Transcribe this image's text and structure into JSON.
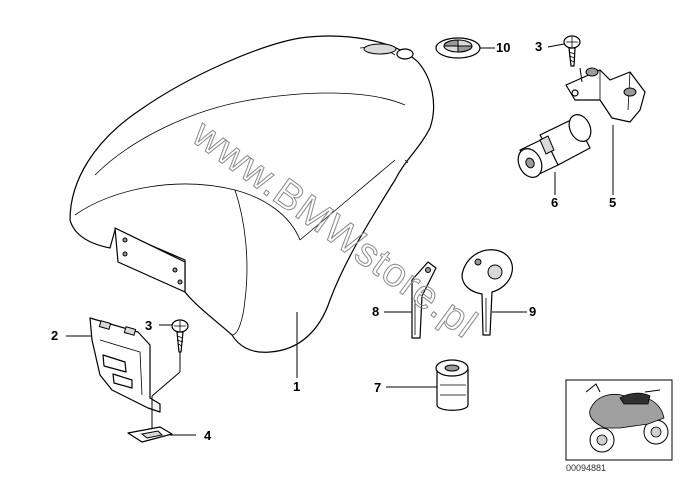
{
  "callouts": {
    "seat": "1",
    "bracket": "2",
    "screw_top": "3",
    "screw_bottom": "3",
    "clip": "4",
    "holder": "5",
    "lock_cylinder": "6",
    "lock_insert": "7",
    "key_blank": "8",
    "key_with_head": "9",
    "cap": "10"
  },
  "watermark": "www.BMWstore.pl",
  "reference_number": "00094881"
}
